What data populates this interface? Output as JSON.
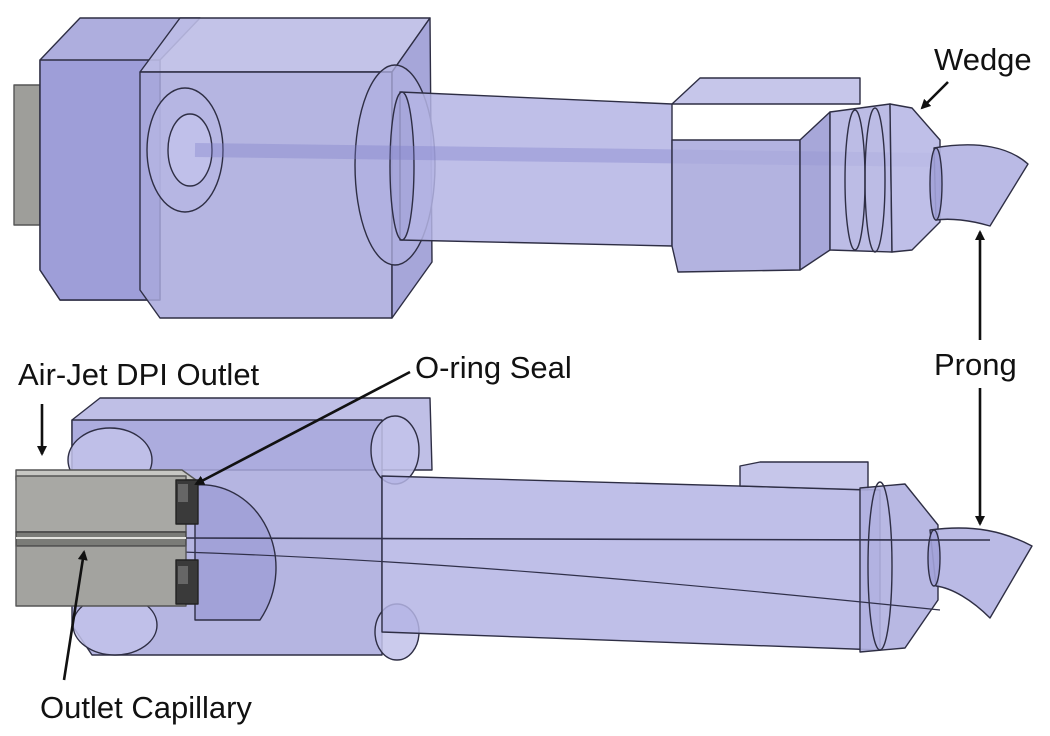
{
  "labels": {
    "wedge": "Wedge",
    "prong": "Prong",
    "o_ring_seal": "O-ring Seal",
    "air_jet_outlet": "Air-Jet DPI Outlet",
    "outlet_capillary": "Outlet Capillary"
  },
  "colors": {
    "body_fill": "#a9a9dc",
    "body_dark": "#8f8fcc",
    "body_light": "#c5c5ea",
    "edge": "#2e2e44",
    "steel": "#a8a8a4",
    "steel_dark": "#6f706c",
    "seal": "#3a3a3a"
  }
}
